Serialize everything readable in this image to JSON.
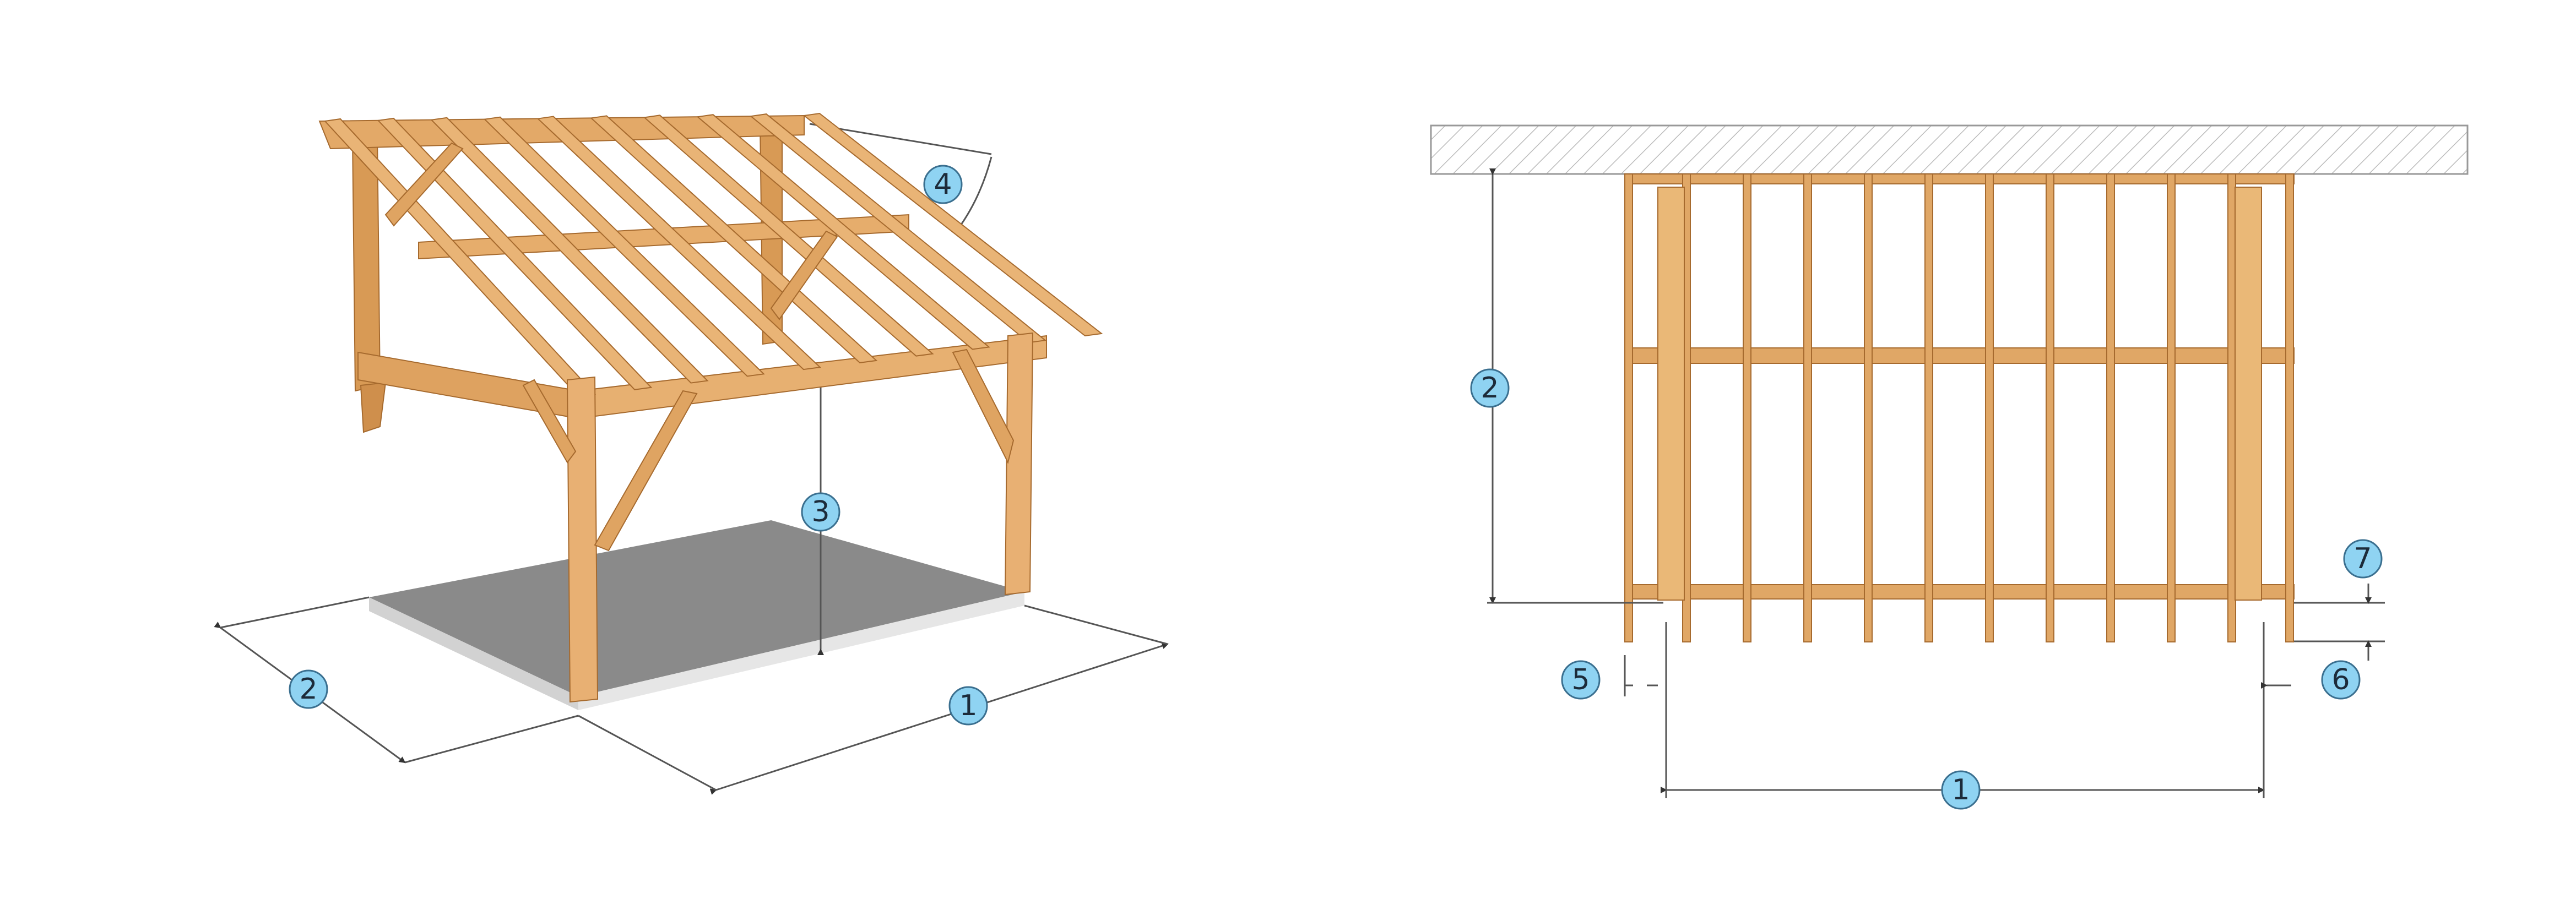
{
  "colors": {
    "background": "#ffffff",
    "badge_fill": "#8fd3f2",
    "badge_stroke": "#3a6f8f",
    "timber": "#e0a766",
    "timber_light": "#f0c58e",
    "timber_dark": "#b57a3b",
    "slab": "#8a8a8a",
    "slab_edge": "#d2d2d2",
    "dimension_line": "#555555",
    "wall_hatch": "#bbbbbb"
  },
  "views": {
    "isometric": {
      "callouts": [
        {
          "id": "iso-1",
          "label": "1",
          "meaning": "length"
        },
        {
          "id": "iso-2",
          "label": "2",
          "meaning": "width"
        },
        {
          "id": "iso-3",
          "label": "3",
          "meaning": "height"
        },
        {
          "id": "iso-4",
          "label": "4",
          "meaning": "roof pitch"
        }
      ]
    },
    "front": {
      "callouts": [
        {
          "id": "front-1",
          "label": "1"
        },
        {
          "id": "front-2",
          "label": "2"
        },
        {
          "id": "front-5",
          "label": "5"
        },
        {
          "id": "front-6",
          "label": "6"
        },
        {
          "id": "front-7",
          "label": "7"
        }
      ]
    }
  }
}
